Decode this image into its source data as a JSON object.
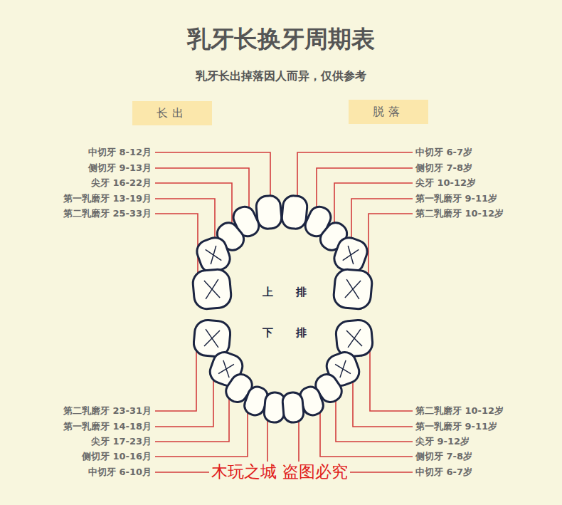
{
  "diagram": {
    "title": "乳牙长换牙周期表",
    "nodes": [
      {
        "text": [
          "长出"
        ]
      },
      {
        "text": [
          "脱落"
        ]
      }
    ],
    "labels": [
      "乳牙长出掉落因人而异，仅供参考",
      "中切牙 8-12月",
      "侧切牙 9-13月",
      "尖牙 16-22月",
      "第一乳磨牙 13-19月",
      "第二乳磨牙 25-33月",
      "中切牙 6-7岁",
      "侧切牙 7-8岁",
      "尖牙 10-12岁",
      "第一乳磨牙 9-11岁",
      "第二乳磨牙 10-12岁",
      "第二乳磨牙 23-31月",
      "第一乳磨牙 14-18月",
      "尖牙 17-23月",
      "侧切牙 10-16月",
      "中切牙 6-10月",
      "第二乳磨牙 10-12岁",
      "第一乳磨牙 9-11岁",
      "尖牙 9-12岁",
      "侧切牙 7-8岁",
      "中切牙 6-7岁",
      "上 排",
      "下 排",
      "木玩之城 盗图必究"
    ]
  }
}
